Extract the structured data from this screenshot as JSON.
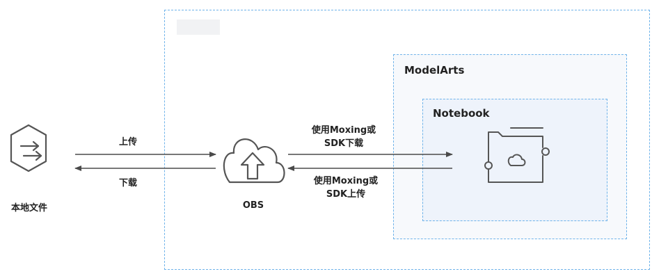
{
  "nodes": {
    "local_file": {
      "label": "本地文件"
    },
    "obs": {
      "label": "OBS"
    },
    "modelarts": {
      "label": "ModelArts"
    },
    "notebook": {
      "label": "Notebook"
    }
  },
  "edges": {
    "upload": {
      "label": "上传"
    },
    "download": {
      "label": "下载"
    },
    "obs_to_notebook": {
      "line1": "使用Moxing或",
      "line2": "SDK下载"
    },
    "notebook_to_obs": {
      "line1": "使用Moxing或",
      "line2": "SDK上传"
    }
  },
  "colors": {
    "line": "#4a4a4a",
    "dashed_border": "#6fb3ea",
    "icon_stroke": "#555555"
  },
  "icons": {
    "local_file": "transfer-hexagon-icon",
    "obs": "cloud-upload-icon",
    "notebook": "cloud-folder-icon"
  }
}
